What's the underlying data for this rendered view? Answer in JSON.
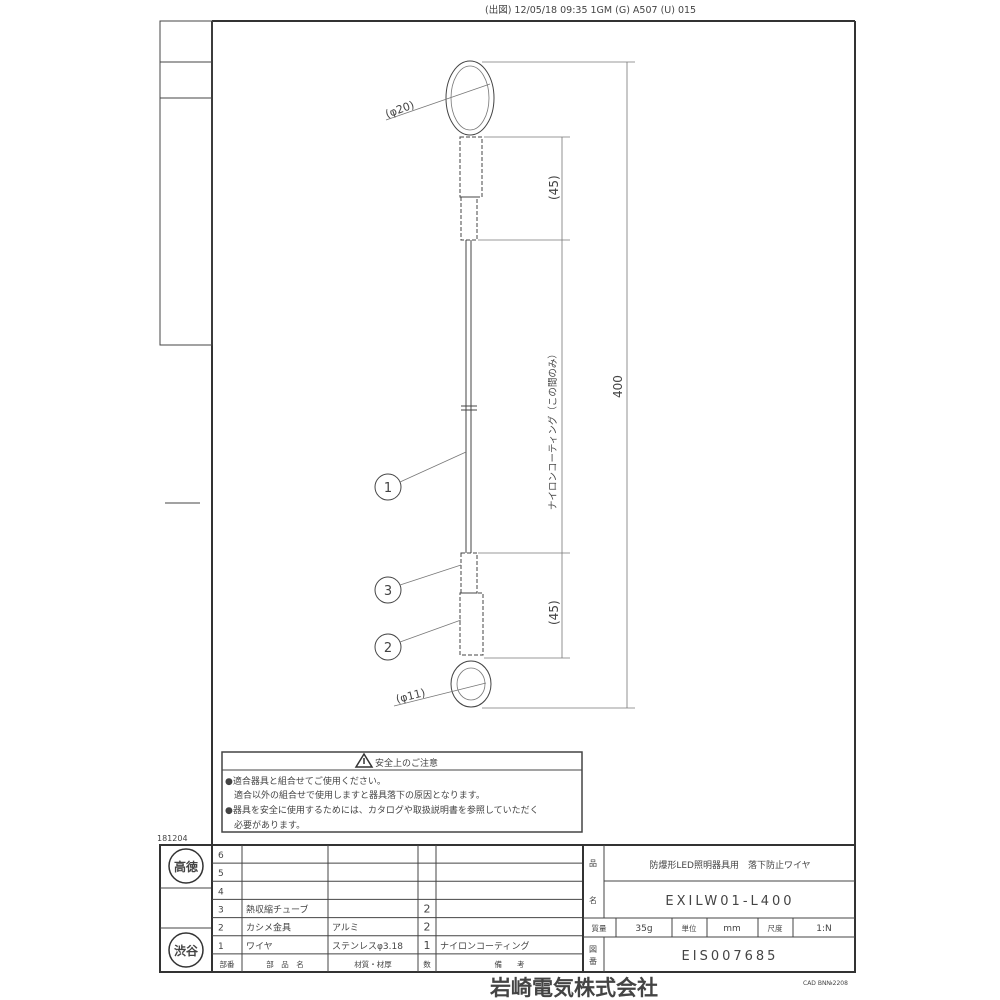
{
  "header": {
    "print_info": "(出図) 12/05/18 09:35  1GM     (G) A507 (U) 015"
  },
  "drawing": {
    "dim_loop_top": "(φ20)",
    "dim_loop_bottom": "(φ11)",
    "dim_sleeve_top": "(45)",
    "dim_sleeve_bottom": "(45)",
    "dim_total": "400",
    "coating_note": "ナイロンコーティング（この間のみ）",
    "balloons": [
      "1",
      "3",
      "2"
    ]
  },
  "safety": {
    "title": "安全上のご注意",
    "icon": "warning-triangle-icon",
    "lines": [
      "●適合器具と組合せてご使用ください。",
      "　適合以外の組合せで使用しますと器具落下の原因となります。",
      "●器具を安全に使用するためには、カタログや取扱説明書を参照していただく",
      "　必要があります。"
    ]
  },
  "revision_code": "181204",
  "stamps": [
    "高徳",
    "渋谷"
  ],
  "parts_table": {
    "headers": [
      "部番",
      "部　品　名",
      "材質・材厚",
      "数",
      "備　　考"
    ],
    "rows": [
      [
        "6",
        "",
        "",
        "",
        ""
      ],
      [
        "5",
        "",
        "",
        "",
        ""
      ],
      [
        "4",
        "",
        "",
        "",
        ""
      ],
      [
        "3",
        "熱収縮チューブ",
        "",
        "2",
        ""
      ],
      [
        "2",
        "カシメ金具",
        "アルミ",
        "2",
        ""
      ],
      [
        "1",
        "ワイヤ",
        "ステンレスφ3.18",
        "1",
        "ナイロンコーティング"
      ]
    ]
  },
  "title_block": {
    "name_label_1": "品",
    "name_label_2": "名",
    "product_name": "防爆形LED照明器具用　落下防止ワイヤ",
    "model": "EXILW01-L400",
    "weight_label": "質量",
    "weight": "35g",
    "unit_label": "単位",
    "unit": "mm",
    "scale_label": "尺度",
    "scale": "1:N",
    "drawing_no_label_1": "図",
    "drawing_no_label_2": "番",
    "drawing_no": "EIS007685"
  },
  "company": "岩崎電気株式会社",
  "cad_note": "CAD  BN№2208"
}
